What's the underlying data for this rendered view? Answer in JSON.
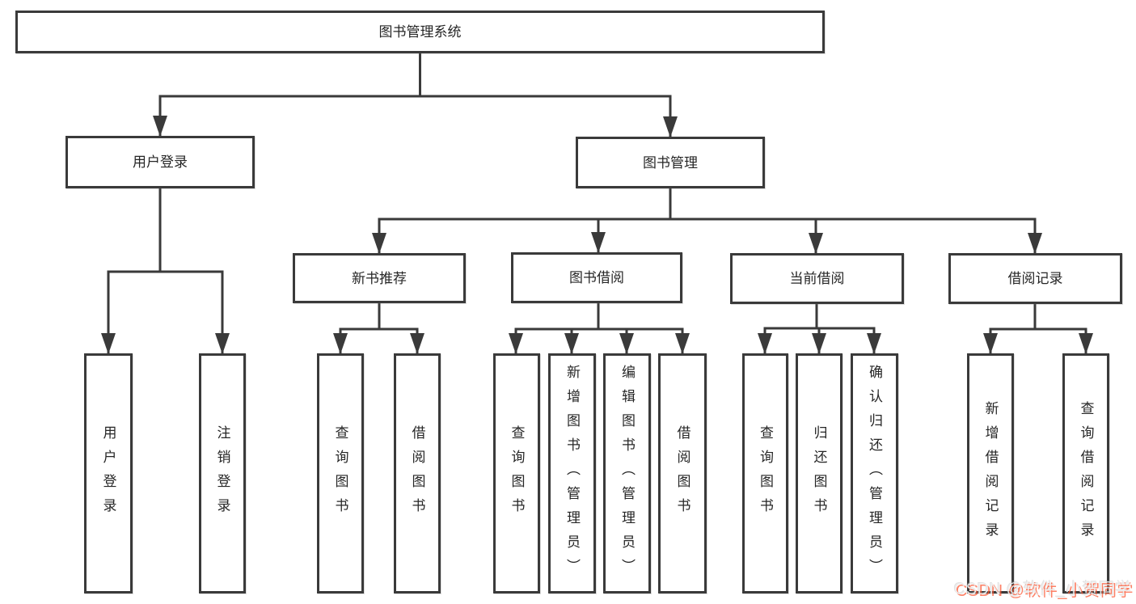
{
  "diagram": {
    "root": {
      "label": "图书管理系统",
      "children": [
        {
          "label": "用户登录",
          "children": [
            {
              "label": "用户登录"
            },
            {
              "label": "注销登录"
            }
          ]
        },
        {
          "label": "图书管理",
          "children": [
            {
              "label": "新书推荐",
              "children": [
                {
                  "label": "查询图书"
                },
                {
                  "label": "借阅图书"
                }
              ]
            },
            {
              "label": "图书借阅",
              "children": [
                {
                  "label": "查询图书"
                },
                {
                  "label": "新增图书（管理员）"
                },
                {
                  "label": "编辑图书（管理员）"
                },
                {
                  "label": "借阅图书"
                }
              ]
            },
            {
              "label": "当前借阅",
              "children": [
                {
                  "label": "查询图书"
                },
                {
                  "label": "归还图书"
                },
                {
                  "label": "确认归还（管理员）"
                }
              ]
            },
            {
              "label": "借阅记录",
              "children": [
                {
                  "label": "新增借阅记录"
                },
                {
                  "label": "查询借阅记录"
                }
              ]
            }
          ]
        }
      ]
    },
    "colors": {
      "line": "#3a3a3a",
      "text": "#262626",
      "background": "#ffffff",
      "watermark_accent": "#fc5531"
    }
  },
  "watermark": {
    "text": "CSDN @软件_小贺同学"
  }
}
